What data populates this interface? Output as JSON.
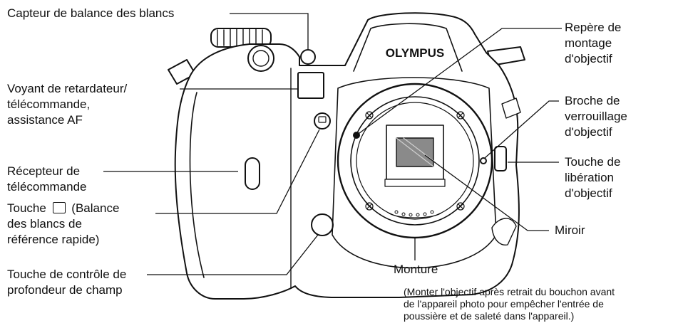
{
  "brand": "OLYMPUS",
  "labels": {
    "wb_sensor": "Capteur de balance des blancs",
    "self_timer": [
      "Voyant de retardateur/",
      "télécommande,",
      "assistance AF"
    ],
    "remote_receiver": [
      "Récepteur de",
      "télécommande"
    ],
    "wb_button": [
      "Touche",
      "(Balance",
      "des blancs de",
      "référence rapide)"
    ],
    "dof_button": [
      "Touche de contrôle de",
      "profondeur de champ"
    ],
    "mount_mark": [
      "Repère de",
      "montage",
      "d'objectif"
    ],
    "lock_pin": [
      "Broche de",
      "verrouillage",
      "d'objectif"
    ],
    "release_button": [
      "Touche de",
      "libération",
      "d'objectif"
    ],
    "mirror": "Miroir",
    "mount": "Monture",
    "mount_note": [
      "(Monter l'objectif après retrait du bouchon avant",
      "de l'appareil photo pour empêcher l'entrée de",
      "poussière et de saleté dans l'appareil.)"
    ]
  },
  "colors": {
    "ink": "#111111",
    "body": "#ffffff",
    "mirror": "#8a8a8a"
  }
}
